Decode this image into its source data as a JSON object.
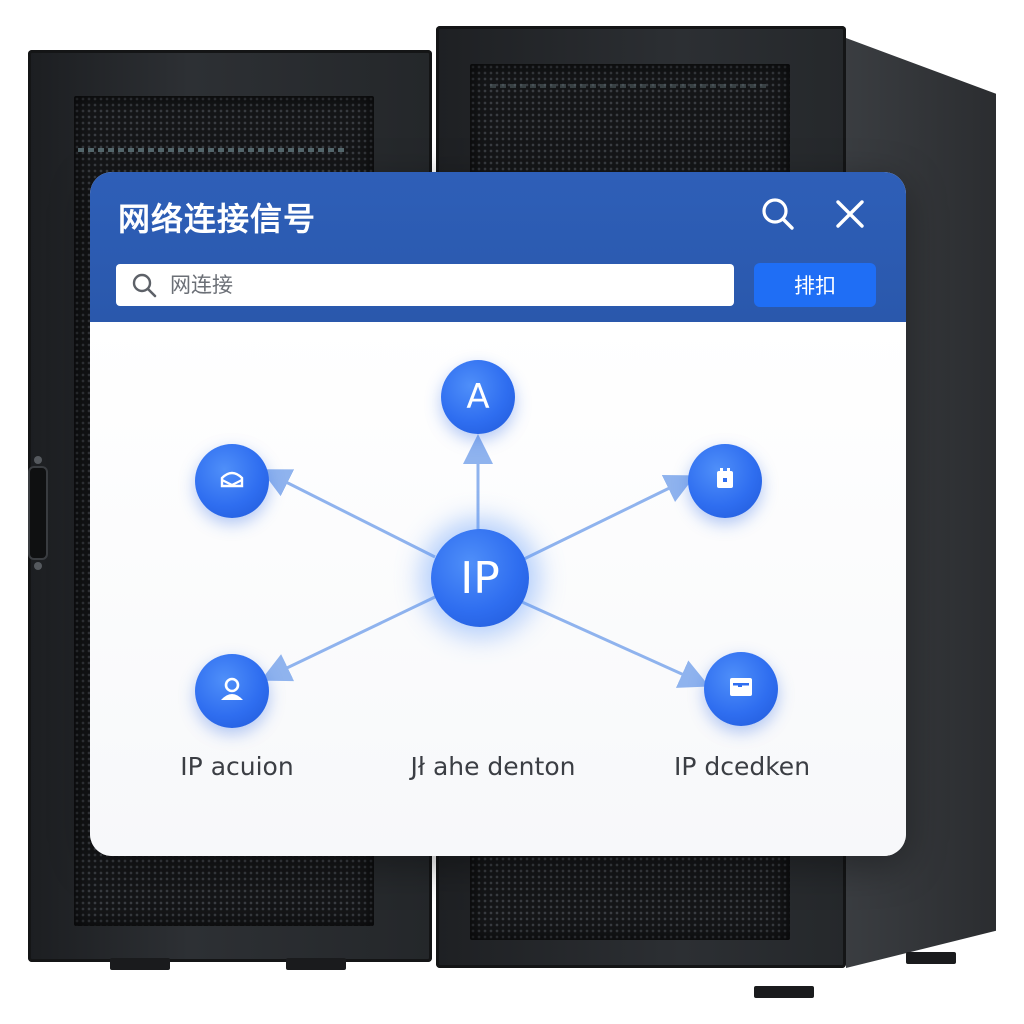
{
  "window": {
    "title": "网络连接信号",
    "search": {
      "placeholder": "网连接",
      "value": ""
    },
    "sort_label": "排扣"
  },
  "diagram": {
    "center_label": "IP",
    "top_node_label": "A",
    "captions": [
      "IP acuion",
      "Jł ahe denton",
      "IP dcedken"
    ]
  },
  "icons": {
    "title_search": "search-icon",
    "title_close": "close-icon",
    "search_field": "search-icon",
    "node_top_left": "inbox-icon",
    "node_top_right": "calendar-icon",
    "node_bottom_left": "user-icon",
    "node_bottom_right": "card-icon"
  },
  "colors": {
    "titlebar": "#2e5fb8",
    "accent": "#1f6ef5",
    "node": "#2f6ef0",
    "link": "#8fb3ee"
  }
}
